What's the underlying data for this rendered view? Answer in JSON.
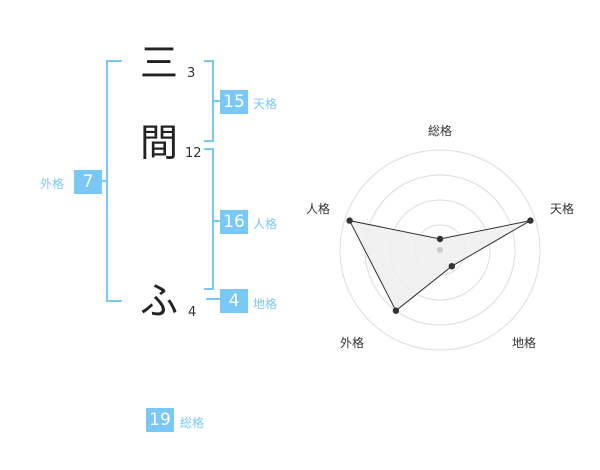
{
  "name": {
    "chars": [
      {
        "char": "三",
        "strokes": "3"
      },
      {
        "char": "間",
        "strokes": "12"
      },
      {
        "char": "ふ",
        "strokes": "4"
      }
    ]
  },
  "kakusu": {
    "tenkaku": {
      "value": "15",
      "label": "天格"
    },
    "jinkaku": {
      "value": "16",
      "label": "人格"
    },
    "chikaku": {
      "value": "4",
      "label": "地格"
    },
    "gaikaku": {
      "value": "7",
      "label": "外格"
    },
    "soukaku": {
      "value": "19",
      "label": "総格"
    }
  },
  "chart_data": {
    "type": "radar",
    "axes": [
      "総格",
      "天格",
      "地格",
      "外格",
      "人格"
    ],
    "levels": 4,
    "values": [
      0.11,
      0.95,
      0.2,
      0.75,
      0.95
    ],
    "colors": {
      "fill": "#eeeeee",
      "line": "#333333",
      "grid": "#dddddd",
      "accent": "#7ac8f5"
    }
  }
}
